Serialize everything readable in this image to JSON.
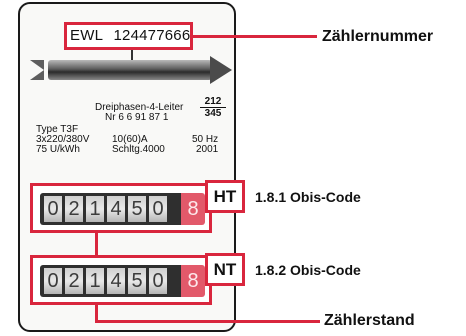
{
  "meter": {
    "serial_prefix": "EWL",
    "serial_number": "124477666",
    "spec": {
      "phase": "Dreiphasen-4-Leiter",
      "nr": "Nr 6 6 91 87 1",
      "type": "Type T3F",
      "voltage": "3x220/380V",
      "current": "10(60)A",
      "frequency": "50 Hz",
      "constant": "75 U/kWh",
      "circuit": "Schltg.4000",
      "year": "2001",
      "fraction_num": "212",
      "fraction_den": "345"
    },
    "registers": [
      {
        "tariff": "HT",
        "obis": "1.8.1 Obis-Code",
        "digits": [
          "0",
          "2",
          "1",
          "4",
          "5",
          "0"
        ],
        "decimal": "8"
      },
      {
        "tariff": "NT",
        "obis": "1.8.2 Obis-Code",
        "digits": [
          "0",
          "2",
          "1",
          "4",
          "5",
          "0"
        ],
        "decimal": "8"
      }
    ]
  },
  "labels": {
    "serial": "Zählernummer",
    "reading": "Zählerstand"
  },
  "colors": {
    "accent": "#d9263d",
    "decimal_drum": "#e2596a"
  }
}
